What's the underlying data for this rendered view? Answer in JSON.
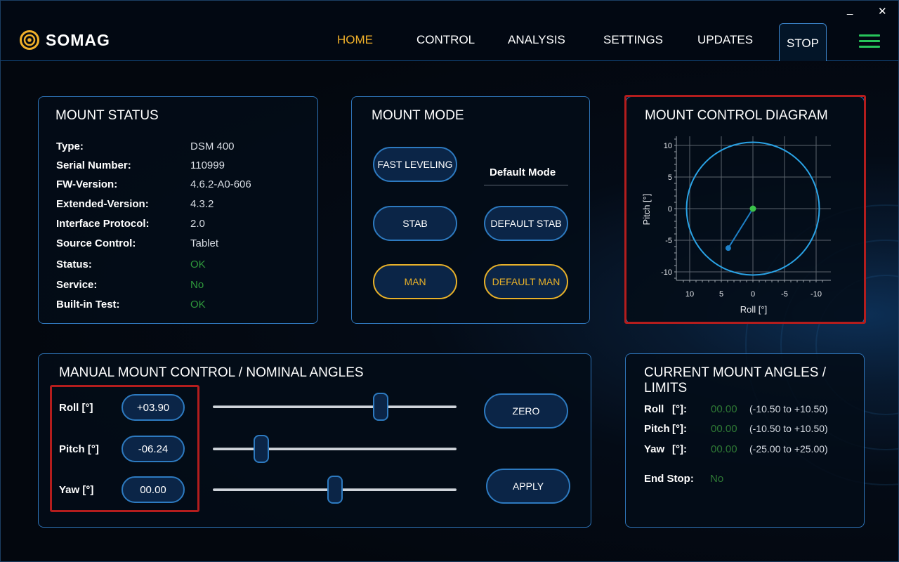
{
  "app": {
    "brand": "SOMAG"
  },
  "window_controls": {
    "minimize": "_",
    "close": "✕"
  },
  "nav": {
    "home": "HOME",
    "control": "CONTROL",
    "analysis": "ANALYSIS",
    "settings": "SETTINGS",
    "updates": "UPDATES",
    "stop": "STOP",
    "active": "HOME"
  },
  "colors": {
    "accent_gold": "#f0b02a",
    "ok_green": "#2f9a3c",
    "border_blue": "#2e74b8",
    "highlight_red": "#b41d1d",
    "menu_green": "#27c45a"
  },
  "mount_status": {
    "title": "MOUNT STATUS",
    "rows": [
      {
        "label": "Type:",
        "value": "DSM 400",
        "status": false
      },
      {
        "label": "Serial Number:",
        "value": "110999",
        "status": false
      },
      {
        "label": "FW-Version:",
        "value": "4.6.2-A0-606",
        "status": false
      },
      {
        "label": "Extended-Version:",
        "value": "4.3.2",
        "status": false
      },
      {
        "label": "Interface Protocol:",
        "value": "2.0",
        "status": false
      },
      {
        "label": "Source Control:",
        "value": "Tablet",
        "status": false
      },
      {
        "label": "Status:",
        "value": "OK",
        "status": true
      },
      {
        "label": "Service:",
        "value": "No",
        "status": true
      },
      {
        "label": "Built-in Test:",
        "value": "OK",
        "status": true
      }
    ]
  },
  "mount_mode": {
    "title": "MOUNT MODE",
    "fast_leveling": "FAST LEVELING",
    "stab": "STAB",
    "man": "MAN",
    "default_mode_label": "Default Mode",
    "default_stab": "DEFAULT STAB",
    "default_man": "DEFAULT MAN"
  },
  "diagram": {
    "title": "MOUNT CONTROL DIAGRAM",
    "xlabel": "Roll [°]",
    "ylabel": "Pitch [°]",
    "x_ticks": [
      "10",
      "5",
      "0",
      "-5",
      "-10"
    ],
    "y_ticks": [
      "10",
      "5",
      "0",
      "-5",
      "-10"
    ],
    "center_point": {
      "roll": 0,
      "pitch": 0
    },
    "target_point": {
      "roll": 3.9,
      "pitch": -6.24
    },
    "limit_circle_radius": 10.5,
    "x_reversed": true
  },
  "manual_control": {
    "title": "MANUAL MOUNT CONTROL / NOMINAL ANGLES",
    "roll_label": "Roll [°]",
    "roll_value": "+03.90",
    "pitch_label": "Pitch [°]",
    "pitch_value": "-06.24",
    "yaw_label": "Yaw [°]",
    "yaw_value": "00.00",
    "zero": "ZERO",
    "apply": "APPLY",
    "slider_levels": {
      "roll": 0.69,
      "pitch": 0.2,
      "yaw": 0.5
    }
  },
  "current_angles": {
    "title": "CURRENT MOUNT ANGLES / LIMITS",
    "roll_label": "Roll",
    "pitch_label": "Pitch",
    "yaw_label": "Yaw",
    "unit": "[°]:",
    "roll_value": "00.00",
    "pitch_value": "00.00",
    "yaw_value": "00.00",
    "roll_limits": "(-10.50 to +10.50)",
    "pitch_limits": "(-10.50 to +10.50)",
    "yaw_limits": "(-25.00 to +25.00)",
    "end_stop_label": "End Stop:",
    "end_stop_value": "No"
  }
}
